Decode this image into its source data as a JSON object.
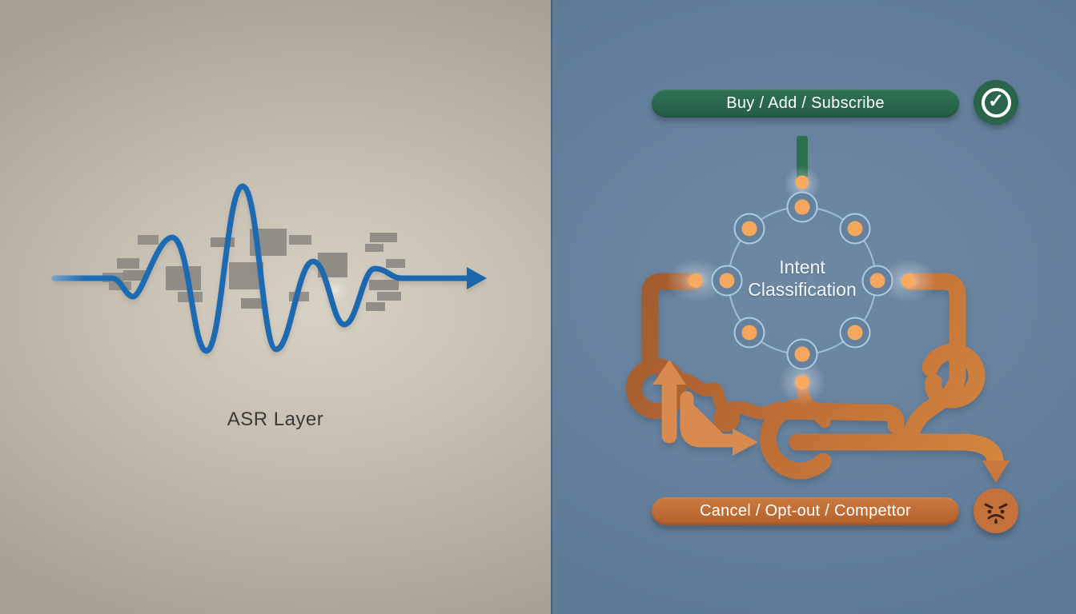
{
  "left_panel": {
    "caption": "ASR Layer"
  },
  "right_panel": {
    "success_pill": {
      "label": "Buy / Add / Subscribe"
    },
    "failure_pill": {
      "label": "Cancel / Opt-out / Compettor"
    },
    "hub": {
      "line1": "Intent",
      "line2": "Classification"
    },
    "icons": {
      "check_glyph": "✓",
      "check_icon": "circled checkmark badge",
      "angry_face_icon": "angry face badge"
    }
  },
  "colors": {
    "left_bg": "#c4bdb0",
    "right_bg": "#66819d",
    "wave_blue": "#1e6db4",
    "transcript_gray": "#8f8c86",
    "success_green": "#2a664b",
    "failure_orange": "#c06f36",
    "node_dot_orange": "#f6a75e",
    "node_ring_blue": "#a9cde2",
    "caption_text": "#3b3936",
    "label_text": "#ffffff"
  }
}
